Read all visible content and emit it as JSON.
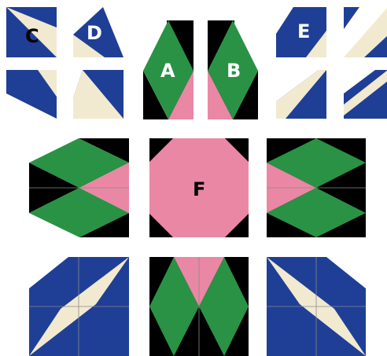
{
  "colors": {
    "blue": "#1f3f96",
    "cream": "#f2ead0",
    "green": "#2a9245",
    "pink": "#ea87a4",
    "black": "#000000",
    "white": "#ffffff",
    "outline": "#7f7f7f",
    "seam": "#8a8a8a"
  },
  "labels": {
    "a": "A",
    "b": "B",
    "c": "C",
    "d": "D",
    "e": "E",
    "f": "F"
  }
}
